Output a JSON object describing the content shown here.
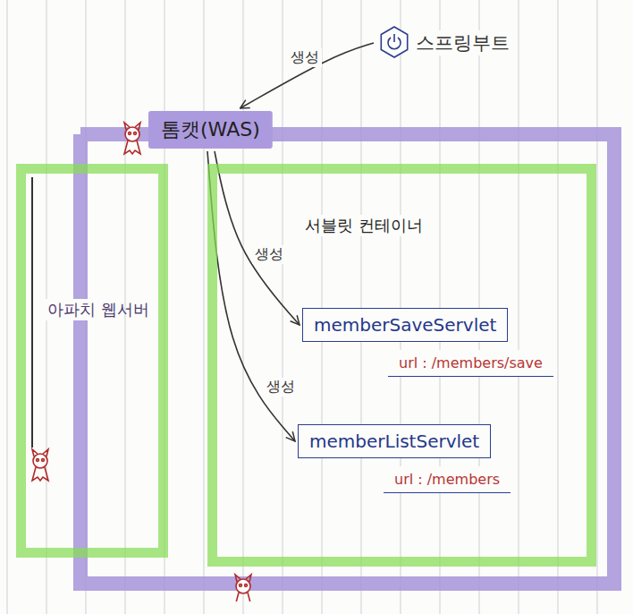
{
  "diagram": {
    "nodes": [
      {
        "text": [
          "스프링부트"
        ]
      },
      {
        "text": [
          "톰캣(WAS)"
        ]
      },
      {
        "text": [
          "아파치 웹서버"
        ],
        "in": 1
      },
      {
        "text": [
          "서블릿 컨테이너"
        ],
        "in": 1
      },
      {
        "text": [
          "url : /members/save",
          "memberSaveServlet"
        ],
        "in": 3
      },
      {
        "text": [
          "url : /members",
          "memberListServlet"
        ],
        "in": 3
      }
    ],
    "edges": [
      {
        "from": 0,
        "to": 1,
        "label": "생성",
        "arrow": "to"
      },
      {
        "from": 1,
        "to": 4,
        "label": "생성",
        "arrow": "to"
      },
      {
        "from": 1,
        "to": 5,
        "label": "생성",
        "arrow": "to"
      }
    ]
  }
}
